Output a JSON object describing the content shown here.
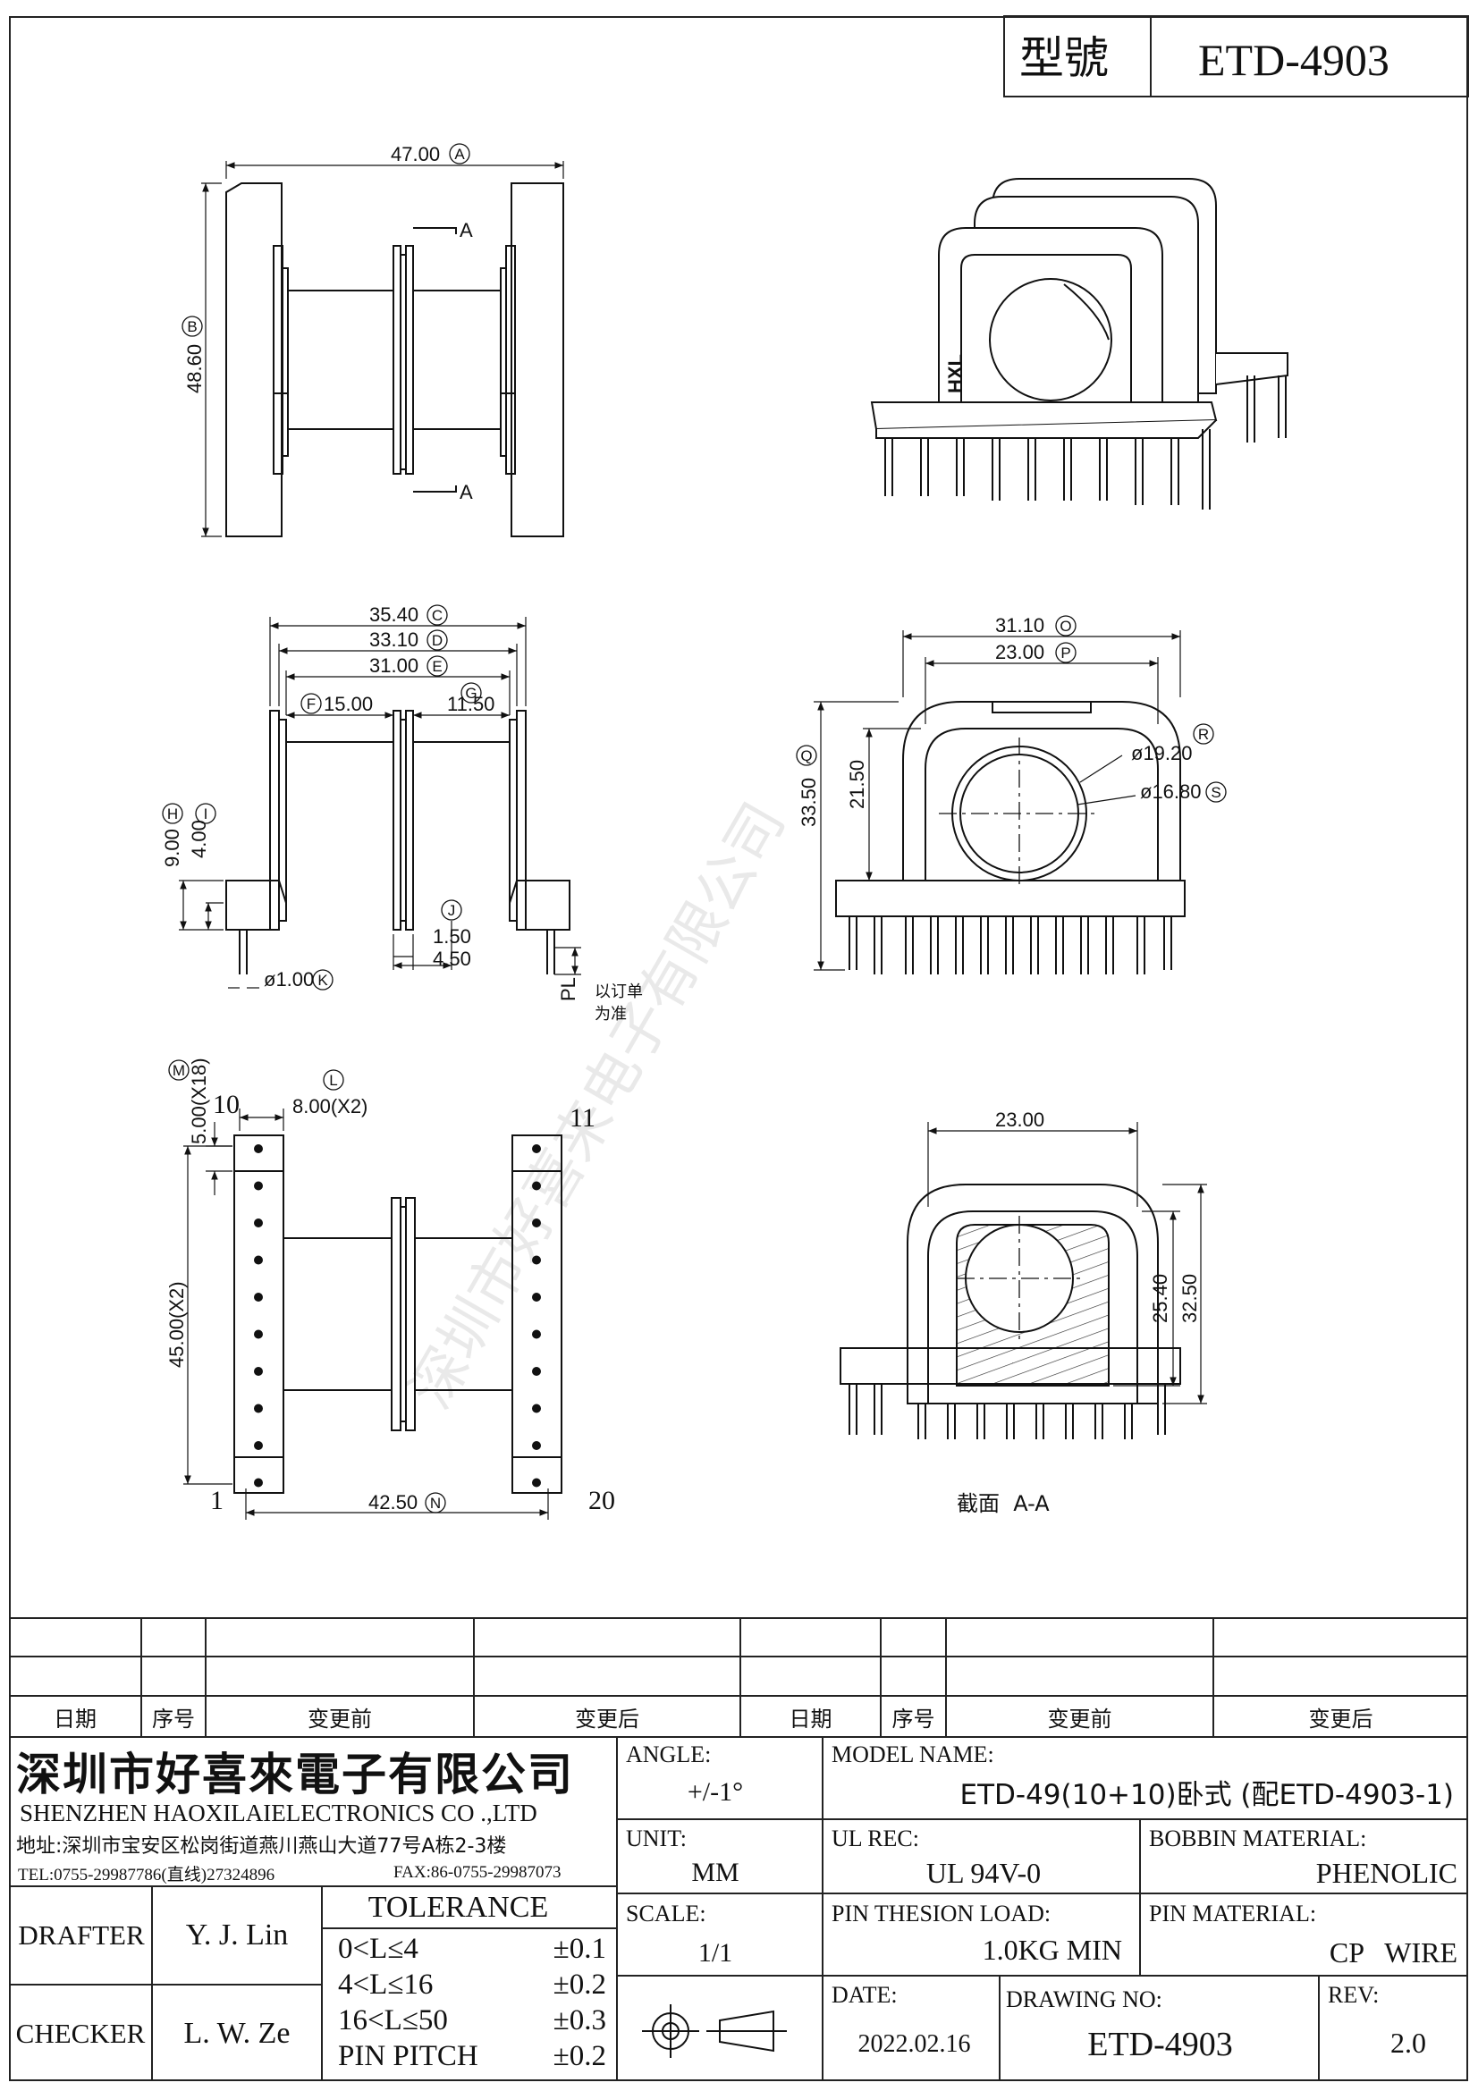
{
  "header": {
    "model_label": "型號",
    "model_value": "ETD-4903"
  },
  "top_view": {
    "width_dim": "47.00",
    "width_ref": "A",
    "height_dim": "48.60",
    "height_ref": "B",
    "section_mark": "A"
  },
  "side_view": {
    "dims": [
      {
        "value": "35.40",
        "ref": "C"
      },
      {
        "value": "33.10",
        "ref": "D"
      },
      {
        "value": "31.00",
        "ref": "E"
      }
    ],
    "f_ref": "F",
    "f_value": "15.00",
    "g_ref": "G",
    "g_value": "11.50",
    "h_ref": "H",
    "h_value": "9.00",
    "i_ref": "I",
    "i_value": "4.00",
    "j_ref": "J",
    "j_value": "1.50",
    "k_value": "4.50",
    "pin_dia": "ø1.00",
    "pin_ref": "K",
    "pl_label": "PL",
    "pl_note_1": "以订单",
    "pl_note_2": "为准"
  },
  "front_view": {
    "o_value": "31.10",
    "o_ref": "O",
    "p_value": "23.00",
    "p_ref": "P",
    "q_value": "33.50",
    "q_ref": "Q",
    "inner_h": "21.50",
    "r_value": "ø19.20",
    "r_ref": "R",
    "s_value": "ø16.80",
    "s_ref": "S",
    "brand": "HXL"
  },
  "bottom_view": {
    "m_value": "5.00(X18)",
    "m_ref": "M",
    "l_value": "8.00(X2)",
    "l_ref": "L",
    "pitch_v": "45.00(X2)",
    "n_value": "42.50",
    "n_ref": "N",
    "pin_10": "10",
    "pin_11": "11",
    "pin_1": "1",
    "pin_20": "20"
  },
  "section_view": {
    "width": "23.00",
    "inner_h": "25.40",
    "outer_h": "32.50",
    "caption": "截面  A-A"
  },
  "watermark": "深圳市好喜来电子有限公司",
  "revision_table": {
    "headers": [
      "日期",
      "序号",
      "变更前",
      "变更后",
      "日期",
      "序号",
      "变更前",
      "变更后"
    ]
  },
  "title_block": {
    "company_cn": "深圳市好喜來電子有限公司",
    "company_en": "SHENZHEN HAOXILAIELECTRONICS CO .,LTD",
    "address": "地址:深圳市宝安区松岗街道燕川燕山大道77号A栋2-3楼",
    "tel": "TEL:0755-29987786(直线)27324896",
    "fax": "FAX:86-0755-29987073",
    "angle_label": "ANGLE:",
    "angle_value": "+/-1°",
    "unit_label": "UNIT:",
    "unit_value": "MM",
    "scale_label": "SCALE:",
    "scale_value": "1/1",
    "model_name_label": "MODEL NAME:",
    "model_name_value": "ETD-49(10+10)卧式 (配ETD-4903-1)",
    "ul_label": "UL REC:",
    "ul_value": "UL 94V-0",
    "bobbin_label": "BOBBIN MATERIAL:",
    "bobbin_value": "PHENOLIC",
    "pin_load_label": "PIN THESION LOAD:",
    "pin_load_value": "1.0KG MIN",
    "pin_mat_label": "PIN MATERIAL:",
    "pin_mat_value": "CP   WIRE",
    "date_label": "DATE:",
    "date_value": "2022.02.16",
    "drawing_no_label": "DRAWING NO:",
    "drawing_no_value": "ETD-4903",
    "rev_label": "REV:",
    "rev_value": "2.0",
    "drafter_label": "DRAFTER",
    "drafter_value": "Y. J. Lin",
    "checker_label": "CHECKER",
    "checker_value": "L. W. Ze",
    "tolerance_title": "TOLERANCE",
    "tolerances": [
      {
        "range": "0<L≤4",
        "value": "±0.1"
      },
      {
        "range": "4<L≤16",
        "value": "±0.2"
      },
      {
        "range": "16<L≤50",
        "value": "±0.3"
      },
      {
        "range": "PIN PITCH",
        "value": "±0.2"
      }
    ]
  }
}
